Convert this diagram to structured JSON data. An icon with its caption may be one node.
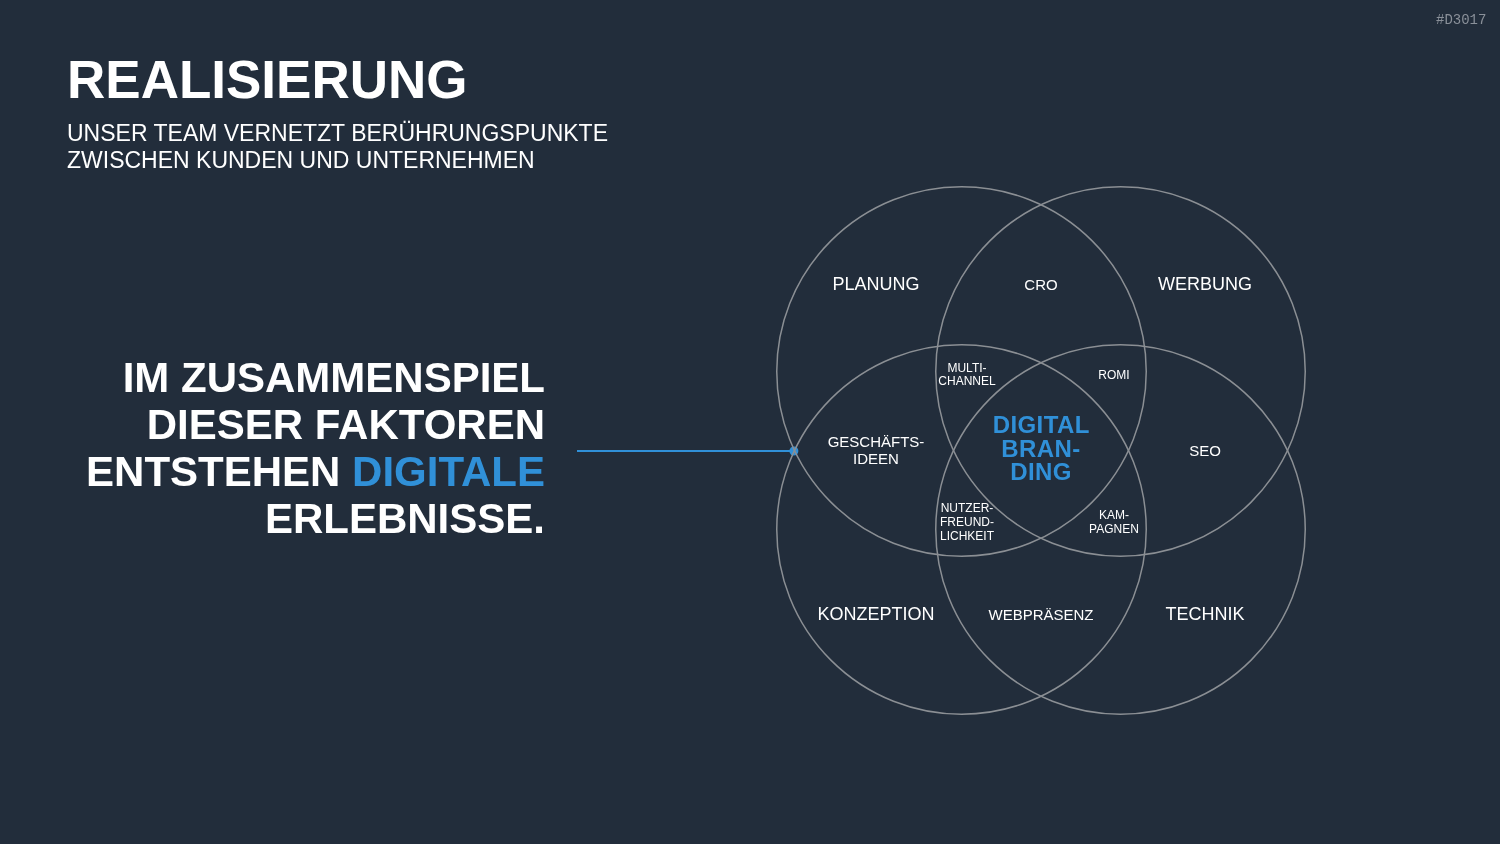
{
  "diagram": {
    "title": "REALISIERUNG",
    "nodes": [
      {
        "text": [
          "IM ZUSAMMENSPIEL DIESER FAKTOREN ENTSTEHEN **DIGITALE** ERLEBNISSE."
        ]
      },
      {
        "text": [
          "PLANUNG"
        ]
      },
      {
        "text": [
          "WERBUNG"
        ]
      },
      {
        "text": [
          "KONZEPTION"
        ]
      },
      {
        "text": [
          "TECHNIK"
        ]
      }
    ],
    "edges": [
      {
        "from": 0,
        "to": 1,
        "arrow": "other",
        "color": "#3090d8"
      }
    ],
    "labels": [
      "#D3017",
      "UNSER TEAM VERNETZT BERÜHRUNGSPUNKTE ZWISCHEN KUNDEN UND UNTERNEHMEN",
      "CRO",
      "MULTI- CHANNEL",
      "ROMI",
      "GESCHÄFTS- IDEEN",
      "DIGITAL BRAN- DING",
      "SEO",
      "NUTZER- FREUND- LICHKEIT",
      "KAM- PAGNEN",
      "WEBPRÄSENZ"
    ]
  }
}
